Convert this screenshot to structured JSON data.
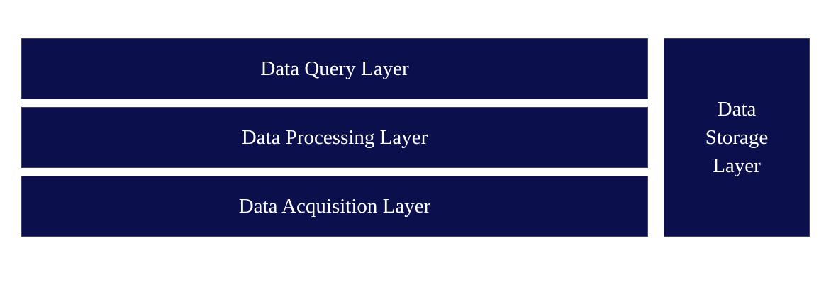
{
  "diagram": {
    "layers": {
      "query": "Data Query Layer",
      "processing": "Data Processing Layer",
      "acquisition": "Data Acquisition Layer"
    },
    "storage": {
      "line1": "Data",
      "line2": "Storage",
      "line3": "Layer"
    },
    "colors": {
      "block_fill": "#0b0f4c",
      "text": "#ffffff",
      "background": "#ffffff"
    }
  }
}
